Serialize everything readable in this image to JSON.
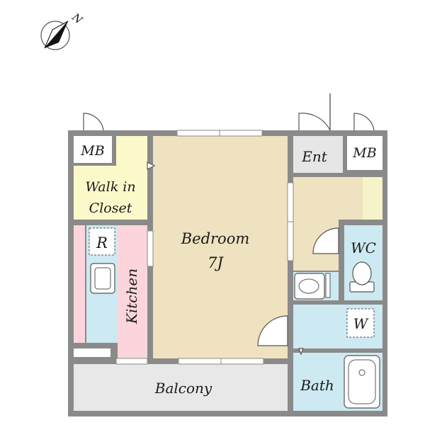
{
  "compass": {
    "label": "N"
  },
  "rooms": {
    "mb_left": "MB",
    "walk_in_closet_line1": "Walk in",
    "walk_in_closet_line2": "Closet",
    "refrigerator": "R",
    "kitchen": "Kitchen",
    "bedroom": "Bedroom",
    "bedroom_size": "7J",
    "entrance": "Ent",
    "mb_right": "MB",
    "wc": "WC",
    "washer": "W",
    "bath": "Bath",
    "balcony": "Balcony"
  },
  "colors": {
    "wall": "#8a8a8a",
    "bedroom": "#efe2c0",
    "closet": "#fbf9c9",
    "kitchen": "#fcd5dc",
    "kitchen_counter": "#cde9f2",
    "wet_area": "#cde9f2",
    "entrance": "#e6e6e6",
    "balcony": "#e8e8e8",
    "storage": "#f6f3c8"
  }
}
